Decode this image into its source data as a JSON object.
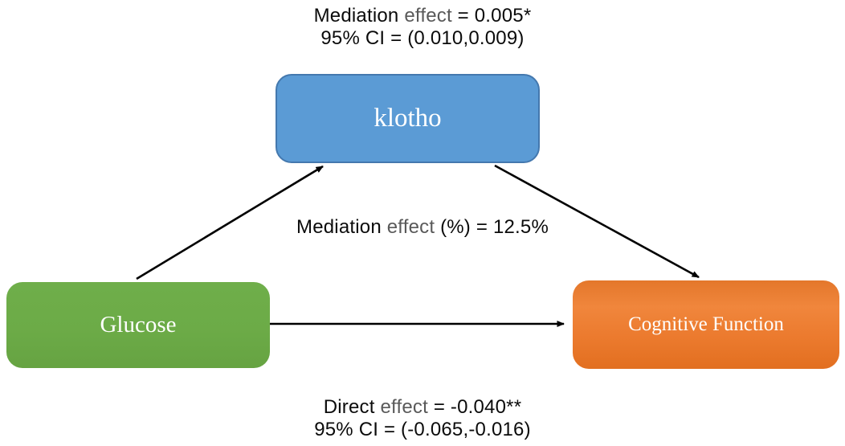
{
  "figure": {
    "top_annotation": {
      "line1": {
        "pre": "Mediation ",
        "gray": "effect",
        "post": " = 0.005*"
      },
      "line2": "95% CI = (0.010,0.009)"
    },
    "middle_annotation": {
      "pre": "Mediation ",
      "gray": "effect",
      "post": " (%) = 12.5%"
    },
    "bottom_annotation": {
      "line1": {
        "pre": "Direct ",
        "gray": "effect",
        "post": " = -0.040**"
      },
      "line2": "95% CI = (-0.065,-0.016)"
    },
    "nodes": {
      "mediator": {
        "label": "klotho",
        "fill": "#5B9BD5",
        "border": "#4478AE"
      },
      "predictor": {
        "label": "Glucose",
        "fill": "#6CAB47",
        "border": "#6CAB47"
      },
      "outcome": {
        "label": "Cognitive Function",
        "fill": "#ED7D31",
        "border": "#E26F20"
      }
    },
    "edges": [
      {
        "name": "glucose-to-klotho"
      },
      {
        "name": "klotho-to-cognitive-function"
      },
      {
        "name": "glucose-to-cognitive-function"
      }
    ],
    "colors": {
      "annotation_text": "#0b0b0b",
      "annotation_gray_word": "#595959",
      "arrow": "#000000",
      "node_label_text": "#ffffff"
    }
  }
}
